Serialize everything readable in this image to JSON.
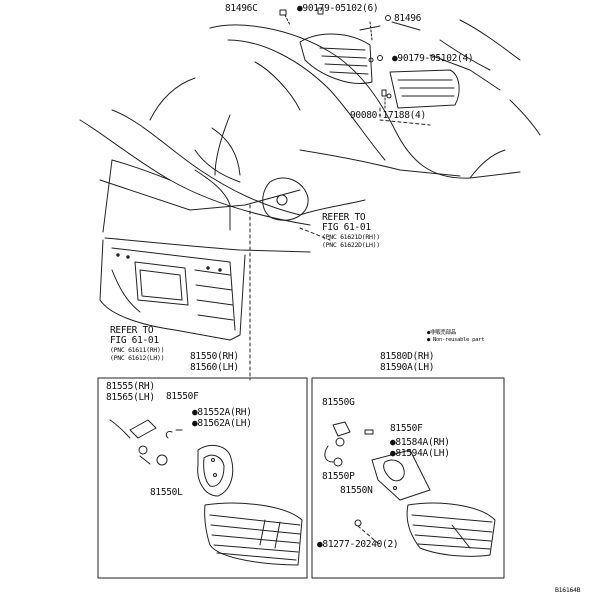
{
  "top_labels": {
    "p81496c": "81496C",
    "p90179_05102_6": "90179-05102(6)",
    "p81496": "81496",
    "p90179_05102_4": "90179-05102(4)",
    "p90080_17188_4": "90080-17188(4)"
  },
  "refer_right": {
    "line1": "REFER TO",
    "line2": "FIG 61-01",
    "line3": "(PNC 61621D(RH))",
    "line4": "(PNC 61622D(LH))"
  },
  "refer_left": {
    "line1": "REFER TO",
    "line2": "FIG 61-01",
    "line3": "(PNC 61611(RH))",
    "line4": "(PNC 61612(LH))"
  },
  "legend": {
    "line1": "●非販売部品",
    "line2": "● Non-reusable part"
  },
  "left_group": {
    "header_rh": "81550(RH)",
    "header_lh": "81560(LH)",
    "p81555_rh": "81555(RH)",
    "p81565_lh": "81565(LH)",
    "p81550f": "81550F",
    "p81552a_rh": "81552A(RH)",
    "p81562a_lh": "81562A(LH)",
    "p81550l": "81550L"
  },
  "right_group": {
    "header_rh": "81580D(RH)",
    "header_lh": "81590A(LH)",
    "p81550g": "81550G",
    "p81550f": "81550F",
    "p81584a_rh": "81584A(RH)",
    "p81594a_lh": "81594A(LH)",
    "p81550p": "81550P",
    "p81550n": "81550N",
    "p81277_20240_2": "81277-20240(2)"
  },
  "figure_id": "B16164B"
}
